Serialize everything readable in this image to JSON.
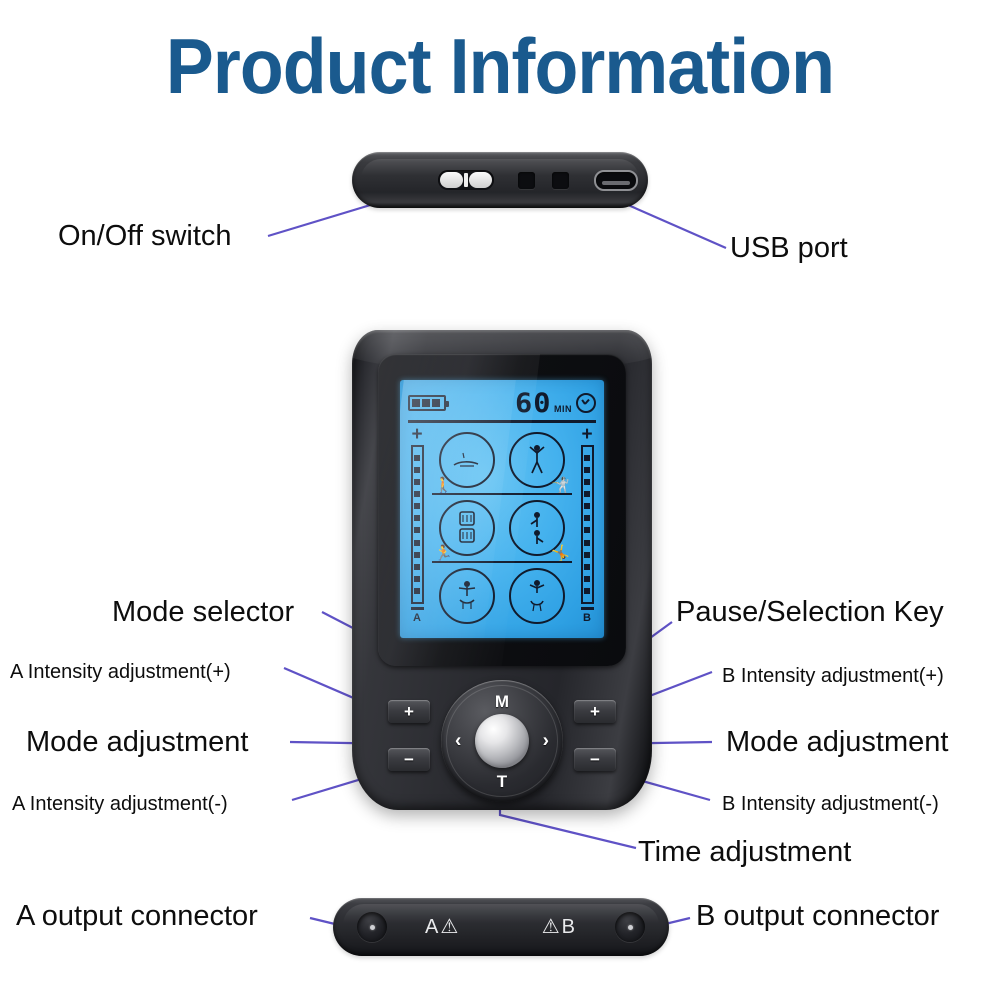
{
  "title": "Product Information",
  "colors": {
    "title": "#1a5a8e",
    "leader_line": "#5f52c6",
    "lcd_backlight": "#45b2ee",
    "lcd_ink": "#101a2c",
    "label_text": "#0d0d0d"
  },
  "callouts": {
    "on_off_switch": "On/Off switch",
    "usb_port": "USB port",
    "mode_selector": "Mode selector",
    "pause_selection_key": "Pause/Selection Key",
    "a_intensity_plus": "A Intensity adjustment(+)",
    "b_intensity_plus": "B Intensity adjustment(+)",
    "mode_adjustment_left": "Mode adjustment",
    "mode_adjustment_right": "Mode adjustment",
    "a_intensity_minus": "A Intensity adjustment(-)",
    "b_intensity_minus": "B Intensity adjustment(-)",
    "time_adjustment": "Time adjustment",
    "a_output_connector": "A output connector",
    "b_output_connector": "B output connector"
  },
  "top_view": {
    "switch_icon": "power-toggle-switch",
    "vent_icon": "vent-square",
    "usb_icon": "micro-usb-port"
  },
  "device": {
    "lcd": {
      "battery_icon": "battery-icon",
      "battery_segments": 3,
      "timer_value": "60",
      "timer_unit": "MIN",
      "clock_icon": "clock-icon",
      "channel_a_label": "A",
      "channel_b_label": "B",
      "rail_plus": "+",
      "rail_segments": 12,
      "modes": [
        {
          "id": "mode-1",
          "icon": "acupuncture-needle-icon",
          "corner_icon": "walking-figure-icon"
        },
        {
          "id": "mode-2",
          "icon": "stretch-figure-icon",
          "corner_icon": "kicking-figure-icon"
        },
        {
          "id": "mode-3",
          "icon": "back-massage-icon",
          "corner_icon": "lunge-figure-icon"
        },
        {
          "id": "mode-4",
          "icon": "arm-figure-icon",
          "corner_icon": "yoga-figure-icon"
        },
        {
          "id": "mode-5",
          "icon": "shoulder-figure-icon",
          "corner_icon": ""
        },
        {
          "id": "mode-6",
          "icon": "leg-figure-icon",
          "corner_icon": ""
        }
      ]
    },
    "keypad": {
      "mode_key": "M",
      "time_key": "T",
      "left_key": "‹",
      "right_key": "›",
      "center_key": "pause-selection-button",
      "a_plus": "+",
      "a_minus": "−",
      "b_plus": "+",
      "b_minus": "−"
    }
  },
  "bottom_view": {
    "port_a_mark": "A⚠",
    "port_b_mark": "⚠B",
    "jack_a_icon": "output-jack-icon",
    "jack_b_icon": "output-jack-icon"
  }
}
